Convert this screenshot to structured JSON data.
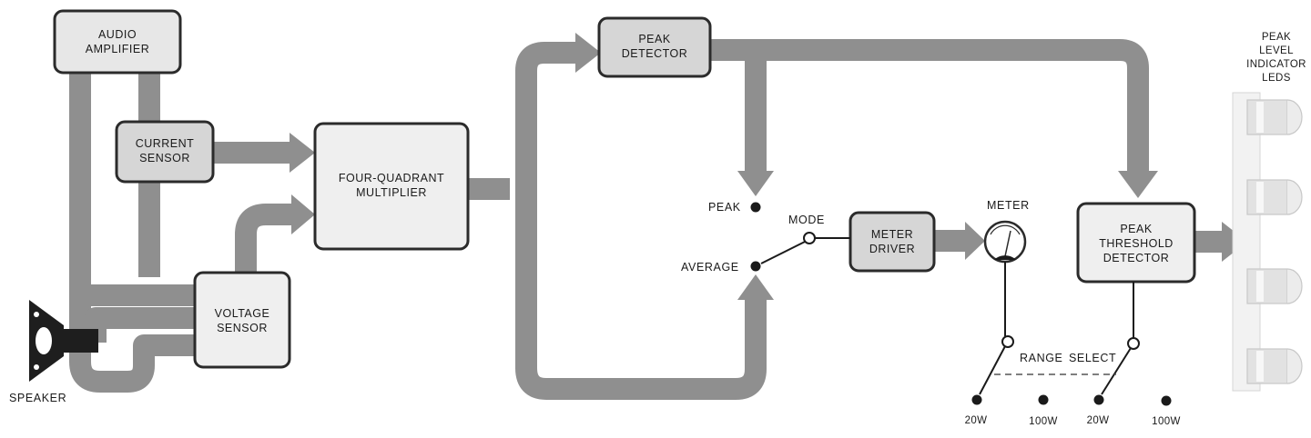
{
  "blocks": {
    "audio_amplifier": [
      "AUDIO",
      "AMPLIFIER"
    ],
    "current_sensor": [
      "CURRENT",
      "SENSOR"
    ],
    "voltage_sensor": [
      "VOLTAGE",
      "SENSOR"
    ],
    "four_quadrant_multiplier": [
      "FOUR-QUADRANT",
      "MULTIPLIER"
    ],
    "peak_detector": [
      "PEAK",
      "DETECTOR"
    ],
    "meter_driver": [
      "METER",
      "DRIVER"
    ],
    "peak_threshold_detector": [
      "PEAK",
      "THRESHOLD",
      "DETECTOR"
    ]
  },
  "labels": {
    "speaker": "SPEAKER",
    "peak": "PEAK",
    "average": "AVERAGE",
    "mode": "MODE",
    "meter": "METER",
    "range_select_a": "RANGE",
    "range_select_b": "SELECT",
    "leds_title": [
      "PEAK",
      "LEVEL",
      "INDICATOR",
      "LEDS"
    ],
    "meter_range_low": "20W",
    "meter_range_high": "100W",
    "threshold_range_low": "20W",
    "threshold_range_high": "100W"
  },
  "colors": {
    "flow": "#8f8f8f",
    "block_fill": "#efefef",
    "block_fill_dark": "#d6d6d6",
    "block_border": "#2b2b2b",
    "led_fill": "#e8e8e8"
  }
}
